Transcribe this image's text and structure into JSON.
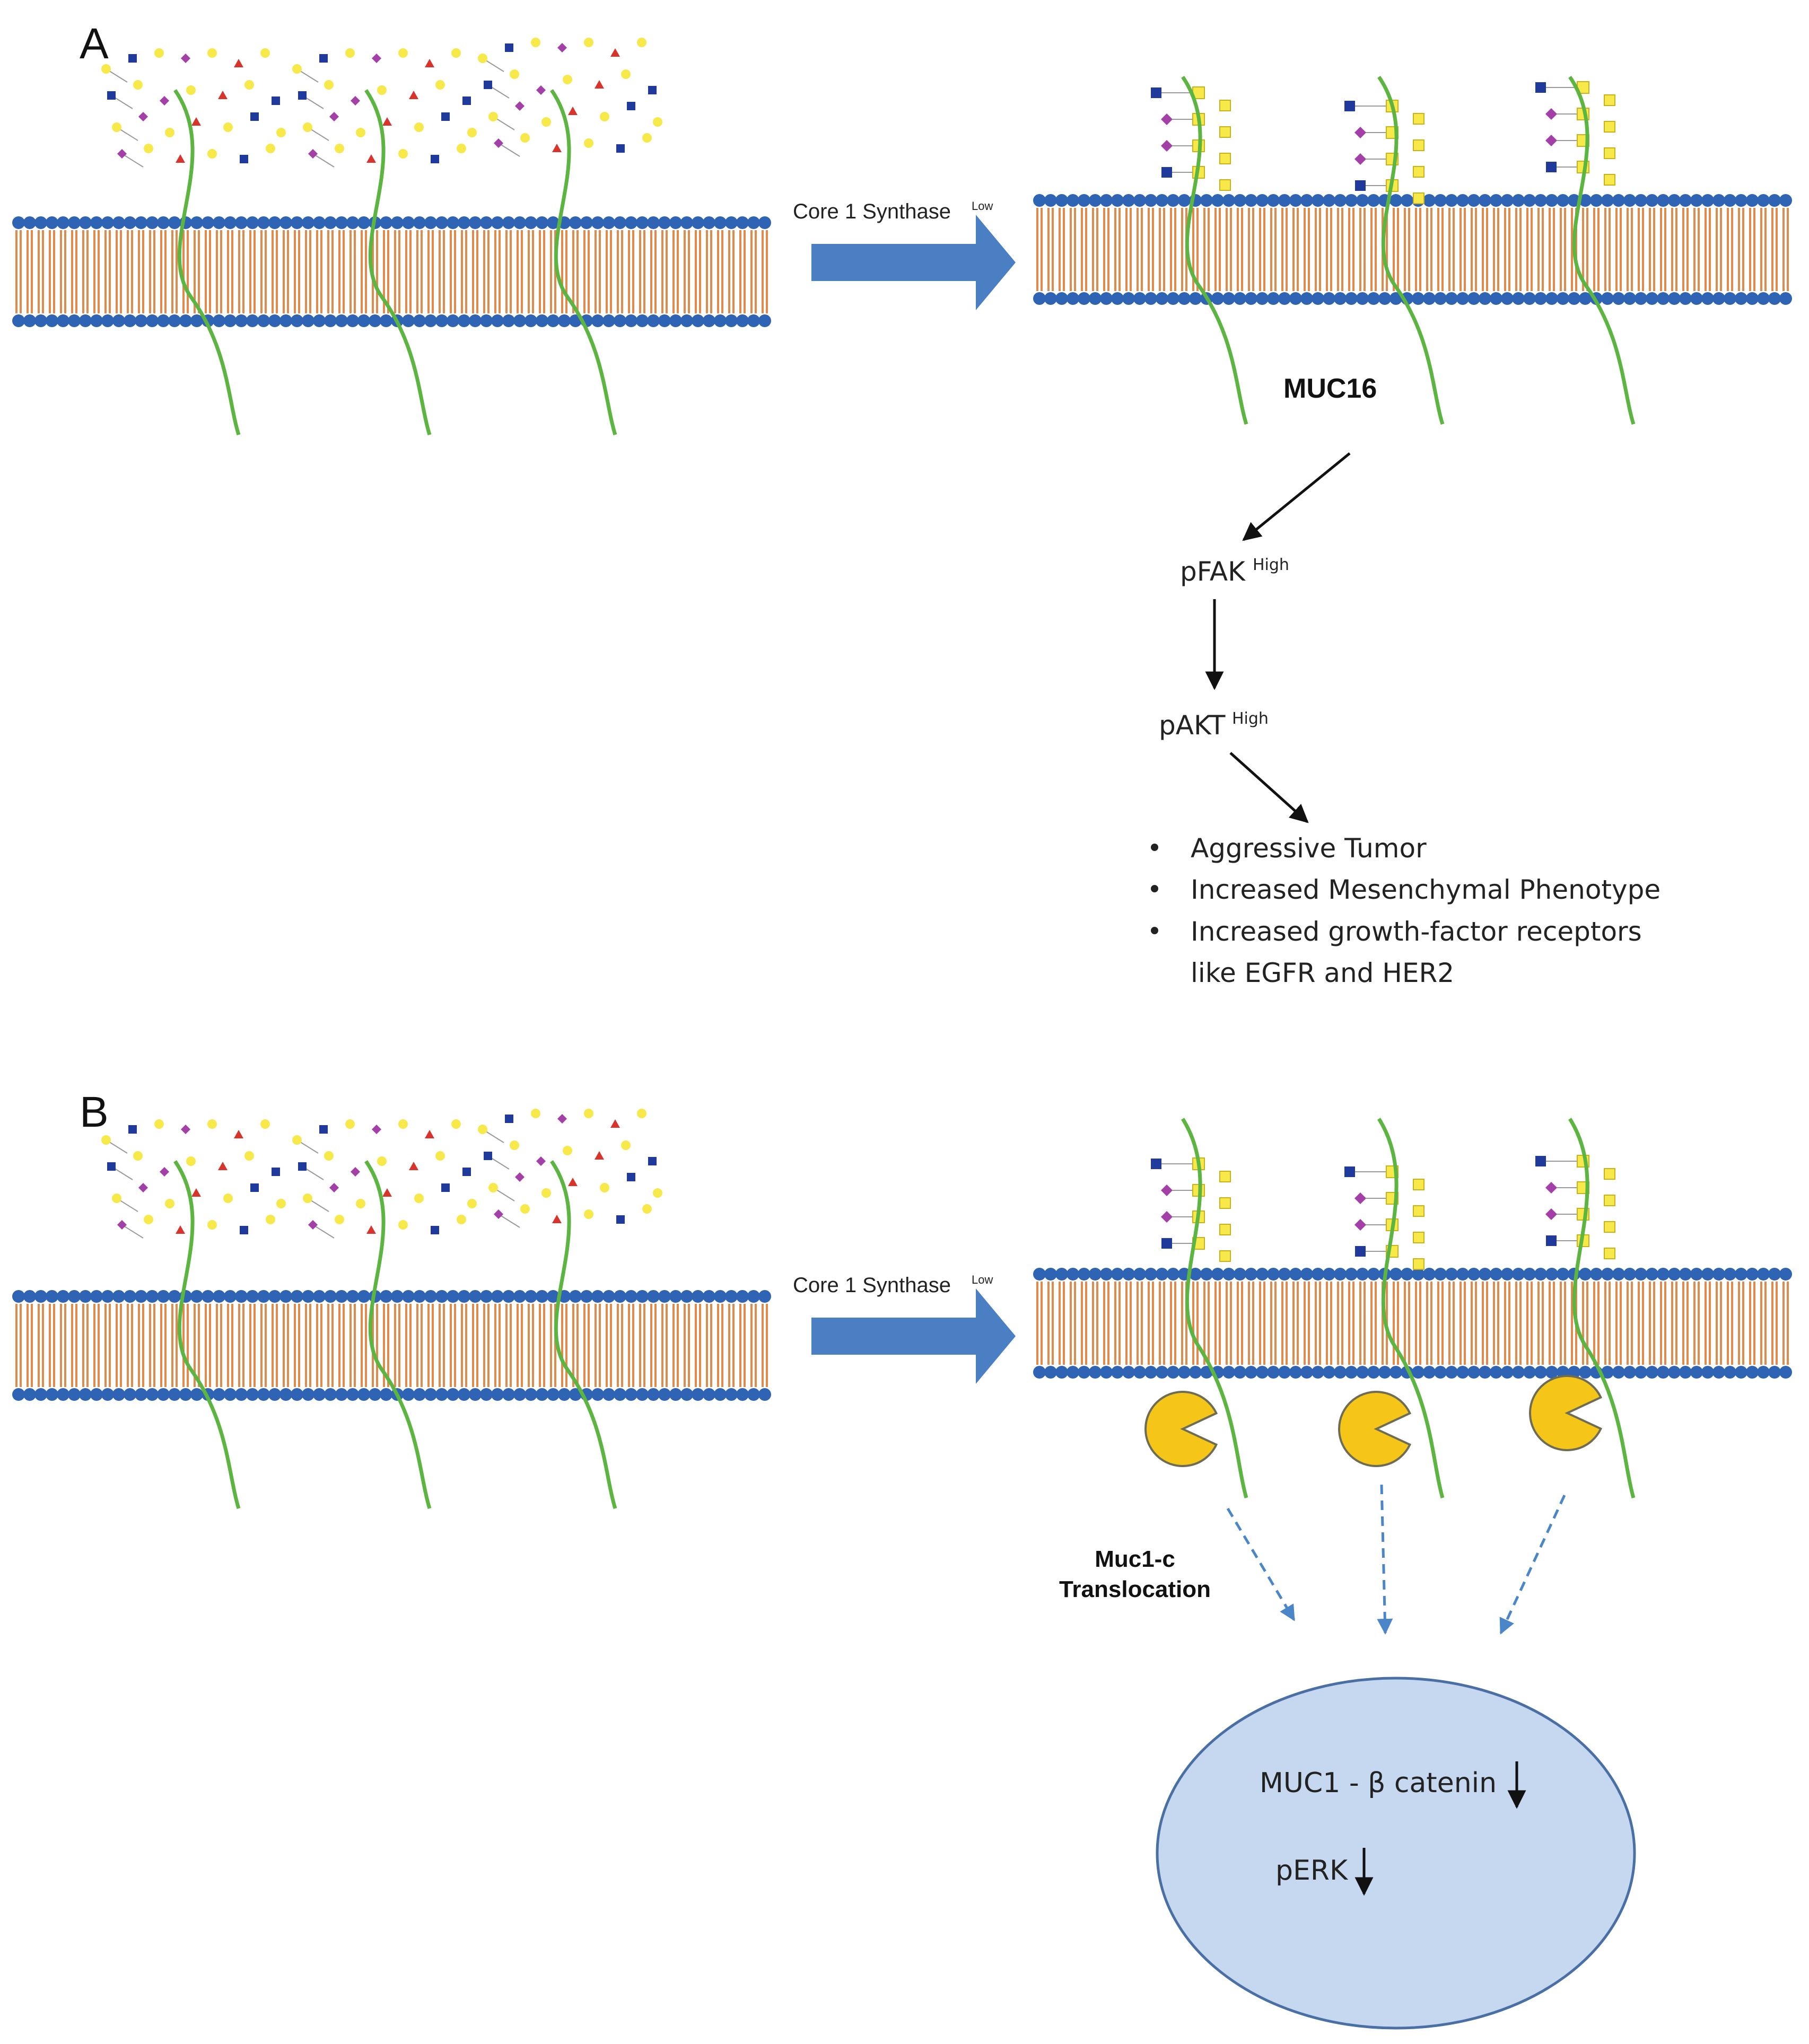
{
  "panel_a": {
    "letter": "A",
    "arrow_label": "Core 1 Synthase",
    "arrow_label_sup": "Low",
    "protein_label": "MUC16",
    "pathway": [
      {
        "name": "pFAK",
        "sup": "High"
      },
      {
        "name": "pAKT",
        "sup": "High"
      }
    ],
    "outcomes": [
      "Aggressive Tumor",
      "Increased Mesenchymal Phenotype",
      "Increased growth-factor receptors",
      "like EGFR and HER2"
    ]
  },
  "panel_b": {
    "letter": "B",
    "arrow_label": "Core 1 Synthase",
    "arrow_label_sup": "Low",
    "translocation_label": [
      "Muc1-c",
      "Translocation"
    ],
    "nucleus": {
      "line1": "MUC1 - β catenin",
      "line2": "pERK"
    }
  },
  "colors": {
    "lipid_head": "#2f63b4",
    "lipid_tail": "#e08a4b",
    "mucin_chain": "#5cb541",
    "big_arrow": "#4a7fc4",
    "cleaved_fragment": "#f5c518",
    "nucleus_fill": "#c5d8ef",
    "dashed_arrow": "#4a86c8",
    "glycan_square": "#f7e94a",
    "glycan_blue": "#1f3a9a",
    "glycan_purple": "#a43fa8",
    "glycan_red": "#d8342b"
  }
}
